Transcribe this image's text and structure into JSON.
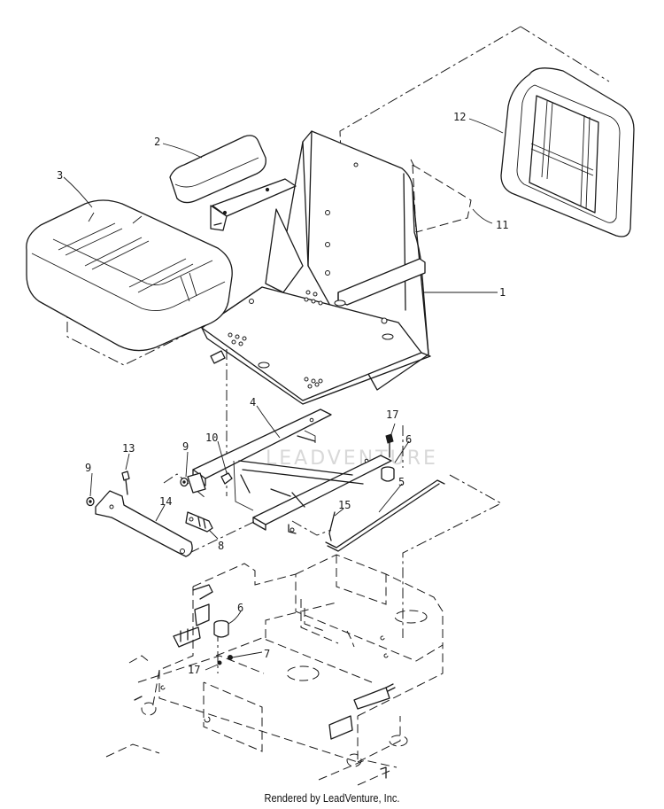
{
  "watermark": "LEADVENTURE",
  "footer": "Rendered by LeadVenture, Inc.",
  "callouts": {
    "c1": "1",
    "c2": "2",
    "c3": "3",
    "c4": "4",
    "c5": "5",
    "c6a": "6",
    "c6b": "6",
    "c7": "7",
    "c8": "8",
    "c9a": "9",
    "c9b": "9",
    "c10": "10",
    "c11": "11",
    "c12": "12",
    "c13": "13",
    "c14": "14",
    "c15": "15",
    "c17a": "17",
    "c17b": "17"
  }
}
